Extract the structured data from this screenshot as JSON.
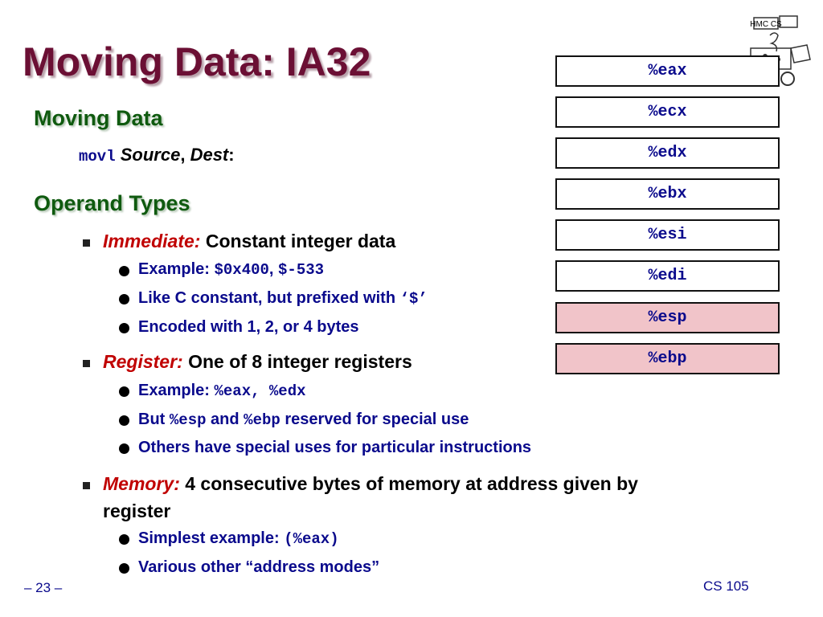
{
  "slide": {
    "title": "Moving Data: IA32",
    "footer_left": "– 23 –",
    "footer_right": "CS 105",
    "logo": {
      "icon": "hmc-cs-logo-icon",
      "text": "HMC CS"
    }
  },
  "moving_data": {
    "heading": "Moving Data",
    "instr": "movl",
    "source": "Source",
    "comma": ",",
    "dest": "Dest",
    "colon": ":"
  },
  "operand_types": {
    "heading": "Operand Types",
    "immediate": {
      "kw": "Immediate:",
      "desc": " Constant integer data",
      "ex_label": "Example: ",
      "ex_code1": "$0x400",
      "ex_comma": ", ",
      "ex_code2": "$-533",
      "like_text": "Like C constant, but prefixed with ",
      "like_code": "‘$’",
      "encoded": "Encoded with 1, 2, or 4 bytes"
    },
    "register": {
      "kw": "Register:",
      "desc": " One of 8 integer registers",
      "ex_label": "Example: ",
      "ex_code": "%eax, %edx",
      "but_text": "But ",
      "but_code1": "%esp",
      "and_text": " and ",
      "but_code2": "%ebp",
      "reserved_text": " reserved for special use",
      "others": "Others have special uses for particular instructions"
    },
    "memory": {
      "kw": "Memory:",
      "desc": " 4 consecutive bytes of memory at address given by",
      "desc2": "register",
      "simplest_label": "Simplest example: ",
      "simplest_code": "(%eax)",
      "various": "Various other “address modes”"
    }
  },
  "registers": [
    "%eax",
    "%ecx",
    "%edx",
    "%ebx",
    "%esi",
    "%edi",
    "%esp",
    "%ebp"
  ],
  "special_registers": [
    "%esp",
    "%ebp"
  ],
  "colors": {
    "title": "#6b0f34",
    "heading": "#0f5a0f",
    "keyword": "#c00000",
    "subtext": "#0a0a8c",
    "special_register_fill": "#f1c4c9"
  }
}
